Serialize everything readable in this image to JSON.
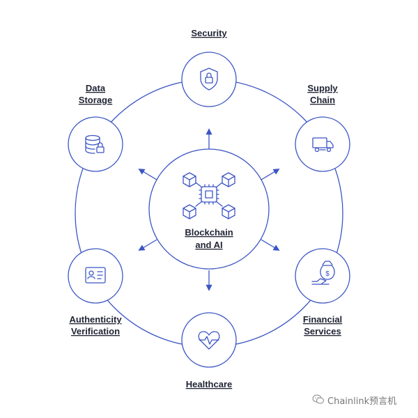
{
  "center": {
    "line1": "Blockchain",
    "line2": "and AI"
  },
  "nodes": {
    "security": {
      "label": "Security",
      "icon": "shield-lock-icon"
    },
    "supply_chain": {
      "line1": "Supply",
      "line2": "Chain",
      "icon": "truck-icon"
    },
    "financial_services": {
      "line1": "Financial",
      "line2": "Services",
      "icon": "money-bag-hand-icon"
    },
    "healthcare": {
      "label": "Healthcare",
      "icon": "heart-pulse-icon"
    },
    "authenticity_verification": {
      "line1": "Authenticity",
      "line2": "Verification",
      "icon": "id-card-icon"
    },
    "data_storage": {
      "line1": "Data",
      "line2": "Storage",
      "icon": "database-lock-icon"
    }
  },
  "watermark": {
    "text": "Chainlink预言机",
    "icon": "wechat-icon"
  },
  "colors": {
    "accent": "#3b55c4",
    "text": "#1f2333"
  }
}
